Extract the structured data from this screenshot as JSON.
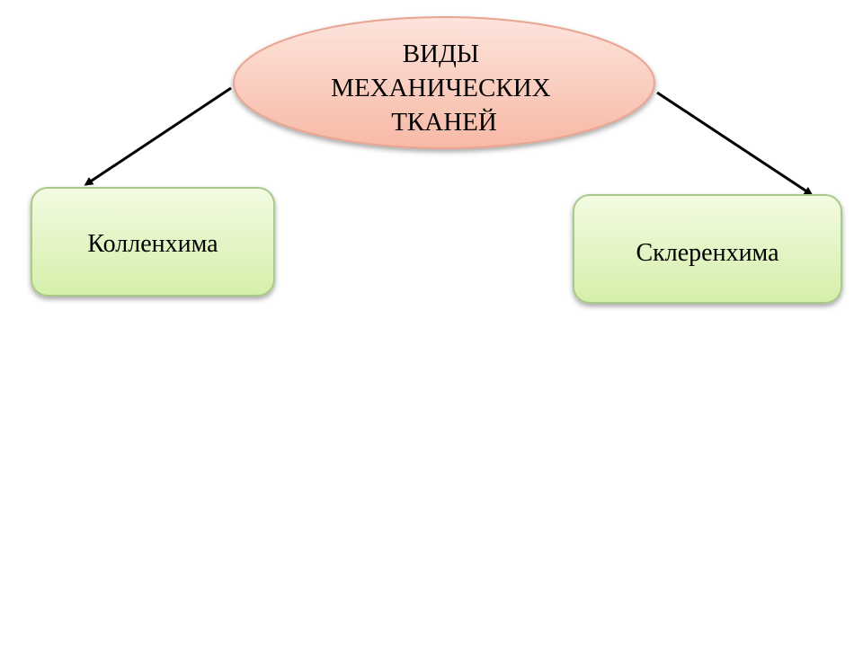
{
  "diagram": {
    "root": {
      "label_lines": [
        "ВИДЫ",
        "МЕХАНИЧЕСКИХ",
        "ТКАНЕЙ"
      ]
    },
    "children": [
      {
        "label": "Колленхима"
      },
      {
        "label": "Склеренхима"
      }
    ],
    "colors": {
      "root_fill_top": "#fde4dc",
      "root_fill_bottom": "#f7b9a5",
      "root_stroke": "#e9a492",
      "child_fill_top": "#f3fbe2",
      "child_fill_bottom": "#d4efaa",
      "child_stroke": "#a9c98a",
      "arrow": "#000000"
    }
  }
}
